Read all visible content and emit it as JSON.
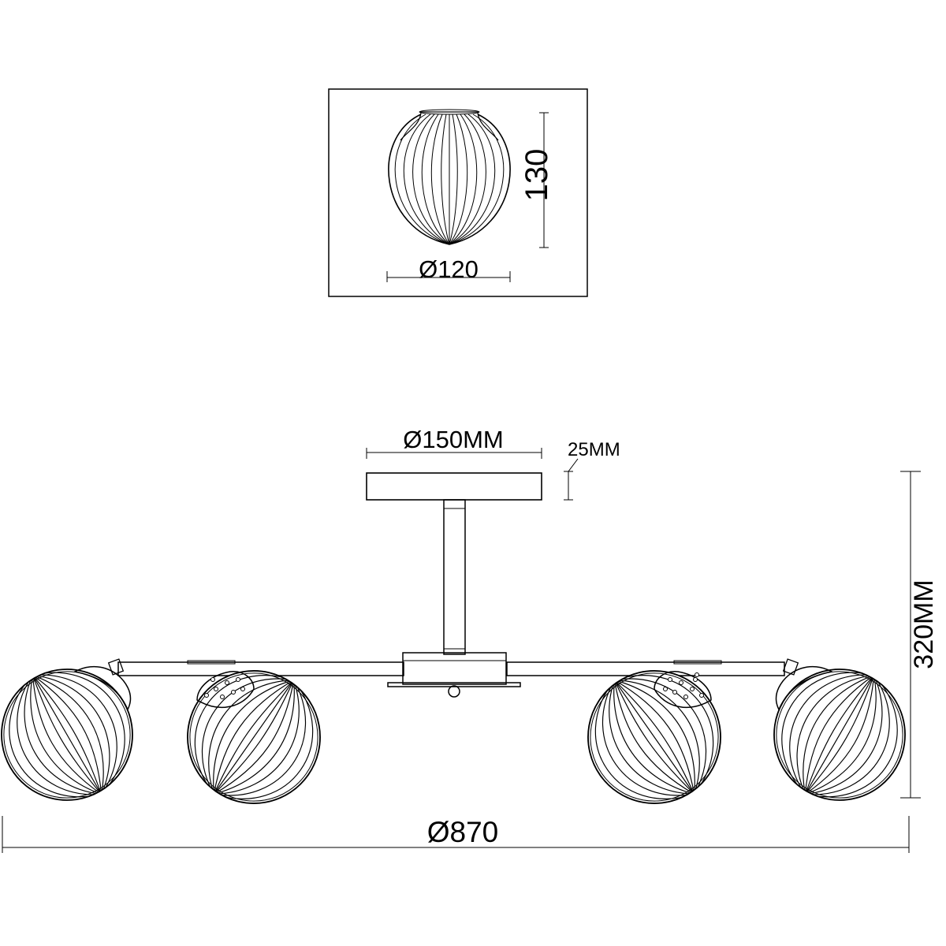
{
  "detail": {
    "shade_height": "130",
    "shade_diameter": "Ø120"
  },
  "fixture": {
    "canopy_diameter": "Ø150MM",
    "canopy_height": "25MM",
    "total_height": "320MM",
    "total_width": "Ø870"
  },
  "colors": {
    "line": "#000000",
    "background": "#ffffff"
  }
}
